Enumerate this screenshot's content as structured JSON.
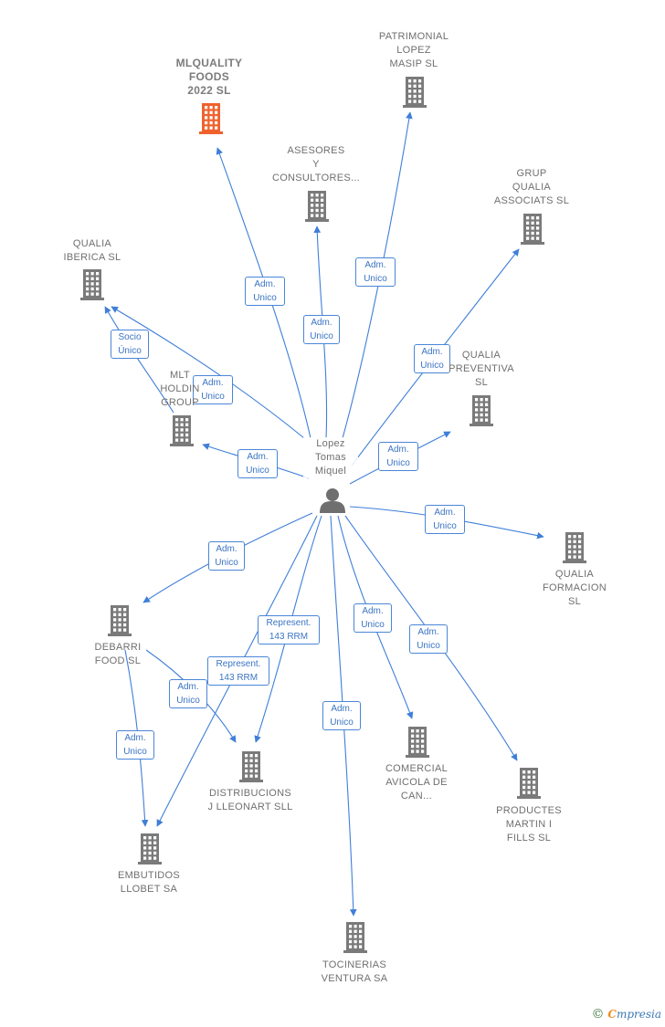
{
  "center": {
    "label": "Lopez\nTomas\nMiquel",
    "icon": "person-icon"
  },
  "companies": [
    {
      "id": "mlquality",
      "label": "MLQUALITY\nFOODS\n2022  SL",
      "highlight": true,
      "color": "#f0622d"
    },
    {
      "id": "patrimonial",
      "label": "PATRIMONIAL\nLOPEZ\nMASIP  SL"
    },
    {
      "id": "asesores",
      "label": "ASESORES\nY\nCONSULTORES..."
    },
    {
      "id": "grup",
      "label": "GRUP\nQUALIA\nASSOCIATS  SL"
    },
    {
      "id": "iberica",
      "label": "QUALIA\nIBERICA  SL"
    },
    {
      "id": "mlt",
      "label": "MLT\nHOLDIN\nGROUP"
    },
    {
      "id": "preventiva",
      "label": "QUALIA\nPREVENTIVA\nSL"
    },
    {
      "id": "formacion",
      "label": "QUALIA\nFORMACION\nSL"
    },
    {
      "id": "debarri",
      "label": "DEBARRI\nFOOD  SL"
    },
    {
      "id": "distribucions",
      "label": "DISTRIBUCIONS\nJ LLEONART SLL"
    },
    {
      "id": "comercial",
      "label": "COMERCIAL\nAVICOLA DE\nCAN..."
    },
    {
      "id": "productes",
      "label": "PRODUCTES\nMARTIN I\nFILLS SL"
    },
    {
      "id": "embutidos",
      "label": "EMBUTIDOS\nLLOBET SA"
    },
    {
      "id": "tocinerias",
      "label": "TOCINERIAS\nVENTURA SA"
    }
  ],
  "relations": [
    {
      "to": "mlquality",
      "label": "Adm.\nUnico"
    },
    {
      "to": "asesores",
      "label": "Adm.\nUnico"
    },
    {
      "to": "patrimonial",
      "label": "Adm.\nUnico"
    },
    {
      "to": "grup",
      "label": "Adm.\nUnico"
    },
    {
      "to": "iberica",
      "label": "Adm.\nUnico"
    },
    {
      "from": "mlt",
      "to": "iberica",
      "label": "Socio\nÚnico"
    },
    {
      "to": "mlt",
      "label": "Adm.\nUnico"
    },
    {
      "to": "preventiva",
      "label": "Adm.\nUnico"
    },
    {
      "to": "formacion",
      "label": "Adm.\nUnico"
    },
    {
      "to": "debarri",
      "label": "Adm.\nUnico"
    },
    {
      "to": "distribucions",
      "label": "Represent.\n143 RRM"
    },
    {
      "to": "embutidos",
      "label": "Represent.\n143 RRM"
    },
    {
      "from": "debarri",
      "to": "distribucions",
      "label": "Adm.\nUnico"
    },
    {
      "from": "debarri",
      "to": "embutidos",
      "label": "Adm.\nUnico"
    },
    {
      "to": "tocinerias",
      "label": "Adm.\nUnico"
    },
    {
      "to": "comercial",
      "label": "Adm.\nUnico"
    },
    {
      "to": "productes",
      "label": "Adm.\nUnico"
    }
  ],
  "colors": {
    "edge": "#3f7fd8",
    "building": "#7a7a7a",
    "highlight": "#f0622d",
    "person": "#6f6f6f"
  },
  "footer": {
    "copyright": "©",
    "brand_first": "C",
    "brand_rest": "mpresia"
  }
}
